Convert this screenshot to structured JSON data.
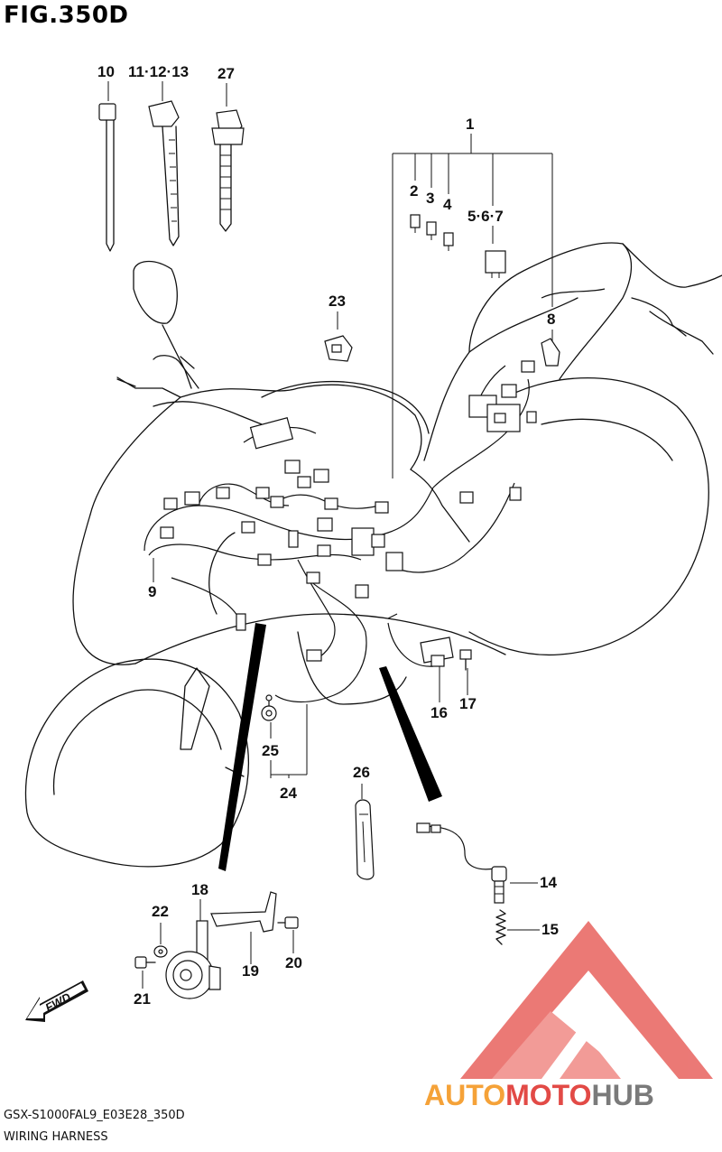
{
  "figure": {
    "title": "FIG.350D",
    "model_code": "GSX-S1000FAL9_E03E28_350D",
    "section_name": "WIRING HARNESS",
    "direction_badge": "FWD"
  },
  "watermark": {
    "brand_part1": "AUTO",
    "brand_part2": "MOTO",
    "brand_part3": "HUB",
    "colors": {
      "red": "#e24a46",
      "orange": "#f5a238",
      "gray": "#7a7a7a"
    }
  },
  "callouts": {
    "c1": "1",
    "c2": "2",
    "c3": "3",
    "c4": "4",
    "c567": "5·6·7",
    "c8": "8",
    "c9": "9",
    "c10": "10",
    "c111213": "11·12·13",
    "c14": "14",
    "c15": "15",
    "c16": "16",
    "c17": "17",
    "c18": "18",
    "c19": "19",
    "c20": "20",
    "c21": "21",
    "c22": "22",
    "c23": "23",
    "c24": "24",
    "c25": "25",
    "c26": "26",
    "c27": "27"
  }
}
